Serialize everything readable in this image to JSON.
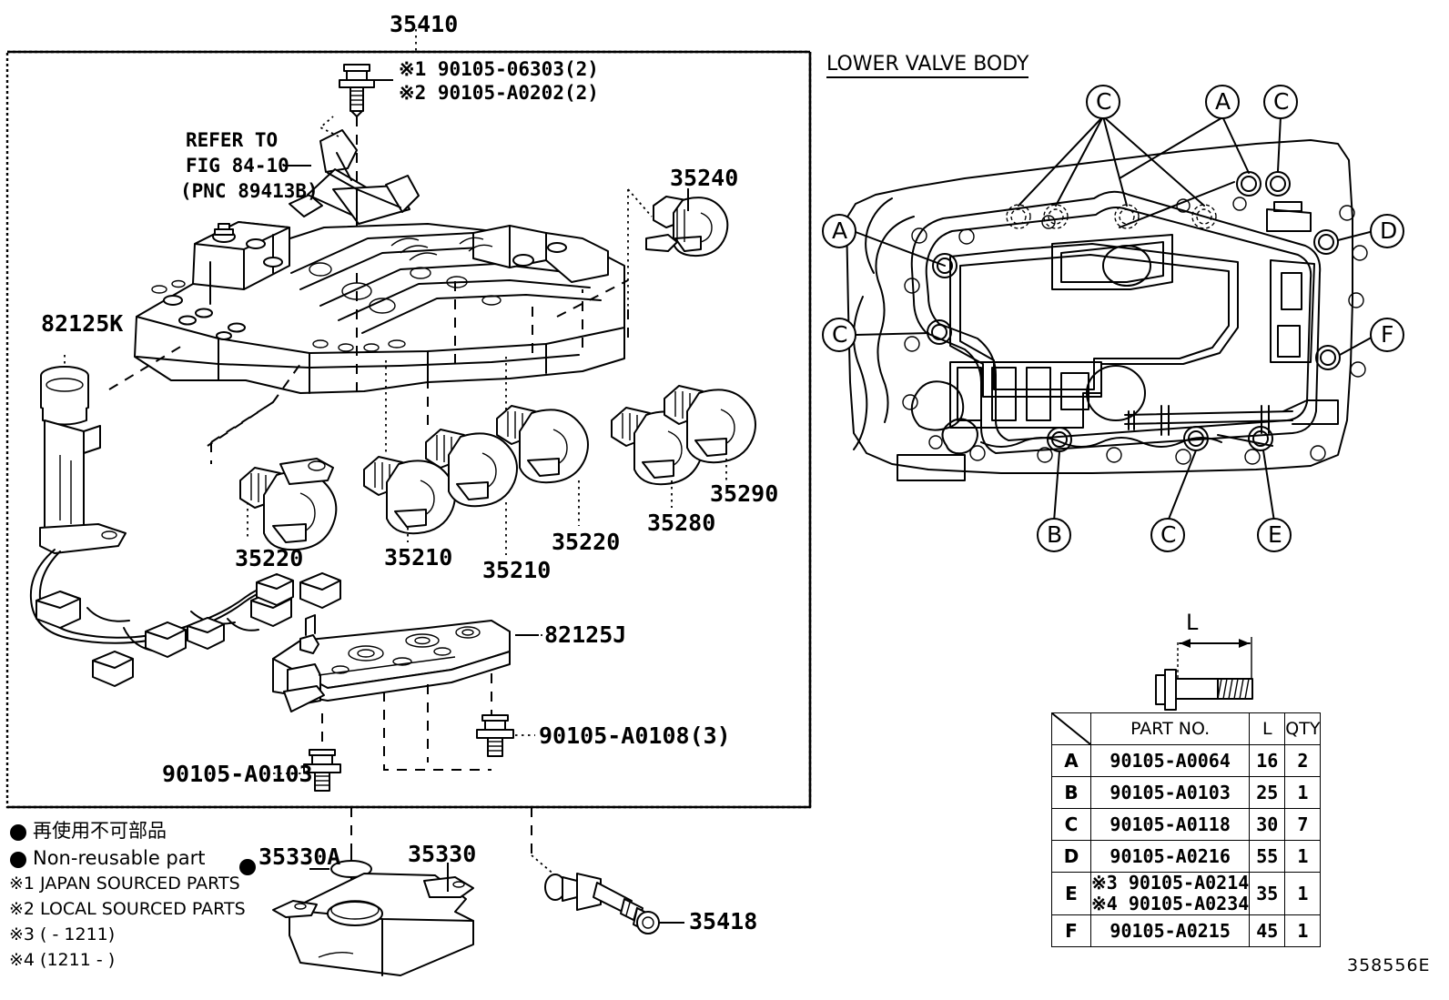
{
  "figure": {
    "main_part_no": "35410",
    "drawing_code": "358556E",
    "lower_valve_body_title": "LOWER VALVE BODY"
  },
  "callout_notes": {
    "bolt_note_1": "※1 90105-06303(2)",
    "bolt_note_2": "※2 90105-A0202(2)",
    "refer_line1": "REFER TO",
    "refer_line2": "FIG 84-10",
    "refer_line3": "(PNC 89413B)"
  },
  "part_labels": [
    {
      "id": "lbl-35240",
      "text": "35240"
    },
    {
      "id": "lbl-82125K",
      "text": "82125K"
    },
    {
      "id": "lbl-35220-a",
      "text": "35220"
    },
    {
      "id": "lbl-35210-a",
      "text": "35210"
    },
    {
      "id": "lbl-35210-b",
      "text": "35210"
    },
    {
      "id": "lbl-35220-b",
      "text": "35220"
    },
    {
      "id": "lbl-35280",
      "text": "35280"
    },
    {
      "id": "lbl-35290",
      "text": "35290"
    },
    {
      "id": "lbl-82125J",
      "text": "82125J"
    },
    {
      "id": "lbl-90105-A0108",
      "text": "90105-A0108(3)"
    },
    {
      "id": "lbl-90105-A0103",
      "text": "90105-A0103"
    },
    {
      "id": "lbl-35330A",
      "text": "35330A"
    },
    {
      "id": "lbl-35330",
      "text": "35330"
    },
    {
      "id": "lbl-35418",
      "text": "35418"
    }
  ],
  "legend": {
    "jp_non_reusable": "再使用不可部品",
    "en_non_reusable": "Non-reusable part",
    "note1": "※1 JAPAN SOURCED PARTS",
    "note2": "※2 LOCAL SOURCED PARTS",
    "note3": "※3 (      - 1211)",
    "note4": "※4 (1211 -      )"
  },
  "bolt_dim_label": "L",
  "valve_body_callouts": [
    {
      "key": "C",
      "pos": "top-left-group"
    },
    {
      "key": "A",
      "pos": "top-mid"
    },
    {
      "key": "C",
      "pos": "top-right"
    },
    {
      "key": "A",
      "pos": "left-upper"
    },
    {
      "key": "C",
      "pos": "left-lower"
    },
    {
      "key": "D",
      "pos": "right-upper"
    },
    {
      "key": "F",
      "pos": "right-lower"
    },
    {
      "key": "B",
      "pos": "bottom-left"
    },
    {
      "key": "C",
      "pos": "bottom-mid"
    },
    {
      "key": "E",
      "pos": "bottom-right"
    }
  ],
  "parts_table": {
    "headers": [
      "",
      "PART NO.",
      "L",
      "QTY"
    ],
    "rows": [
      {
        "key": "A",
        "part_no": "90105-A0064",
        "l": "16",
        "qty": "2"
      },
      {
        "key": "B",
        "part_no": "90105-A0103",
        "l": "25",
        "qty": "1"
      },
      {
        "key": "C",
        "part_no": "90105-A0118",
        "l": "30",
        "qty": "7"
      },
      {
        "key": "D",
        "part_no": "90105-A0216",
        "l": "55",
        "qty": "1"
      },
      {
        "key": "E",
        "part_no_1": "※3 90105-A0214",
        "part_no_2": "※4 90105-A0234",
        "l": "35",
        "qty": "1"
      },
      {
        "key": "F",
        "part_no": "90105-A0215",
        "l": "45",
        "qty": "1"
      }
    ]
  }
}
